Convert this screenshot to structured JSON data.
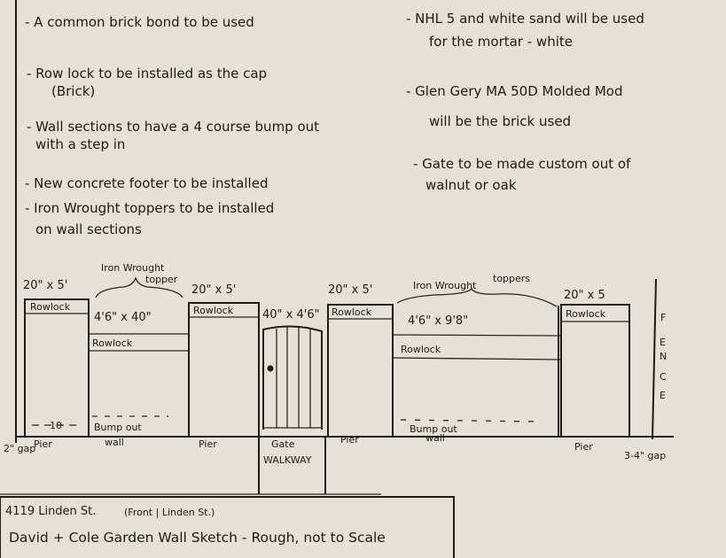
{
  "notes_left": [
    "- A common brick bond to be used",
    "- Row lock to be installed as the cap",
    "(Brick)",
    "- Wall sections to have a 4 course bump out",
    "with a step in",
    "- New concrete footer to be installed",
    "- Iron Wrought toppers to be installed",
    "on wall sections"
  ],
  "notes_right": [
    "- NHL 5 and white sand will be used",
    "for the mortar - white",
    "- Glen Gery MA 50D Molded Mod",
    "will be the brick used",
    "- Gate to be made custom out of",
    "walnut or oak"
  ],
  "elevation": {
    "pier_dim": "20\" x 5'",
    "pier_dim_last": "20\" x 5",
    "rowlock": "Rowlock",
    "pier": "Pier",
    "topper_left": [
      "Iron Wrought",
      "topper"
    ],
    "topper_right": [
      "Iron Wrought",
      "toppers"
    ],
    "wall_left_dim": "4'6\" x 40\"",
    "wall_right_dim": "4'6\" x 9'8\"",
    "bump_out": "Bump out",
    "wall": "wall",
    "gate_dim": "40\" x 4'6\"",
    "gate": "Gate",
    "walkway": "WALKWAY",
    "fence": [
      "F",
      "E",
      "N",
      "C",
      "E"
    ],
    "gap_left": "2\" gap",
    "gap_right": "3-4\" gap",
    "ten": "10"
  },
  "title_block": {
    "address": "4119 Linden St.",
    "orientation": "(Front | Linden St.)",
    "title": "David + Cole Garden Wall Sketch - Rough, not to Scale"
  }
}
